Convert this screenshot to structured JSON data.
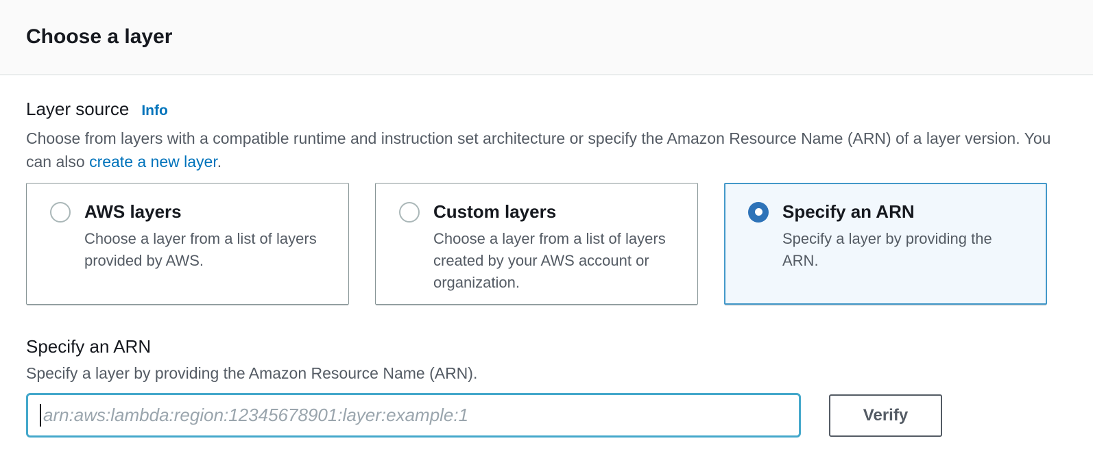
{
  "page": {
    "title": "Choose a layer"
  },
  "layer_source": {
    "label": "Layer source",
    "info_label": "Info",
    "description_before_link": "Choose from layers with a compatible runtime and instruction set architecture or specify the Amazon Resource Name (ARN) of a layer version. You can also ",
    "link_text": "create a new layer",
    "description_after_link": "."
  },
  "options": [
    {
      "title": "AWS layers",
      "description": "Choose a layer from a list of layers provided by AWS.",
      "selected": false
    },
    {
      "title": "Custom layers",
      "description": "Choose a layer from a list of layers created by your AWS account or organization.",
      "selected": false
    },
    {
      "title": "Specify an ARN",
      "description": "Specify a layer by providing the ARN.",
      "selected": true
    }
  ],
  "arn_section": {
    "heading": "Specify an ARN",
    "description": "Specify a layer by providing the Amazon Resource Name (ARN).",
    "input_value": "",
    "input_placeholder": "arn:aws:lambda:region:12345678901:layer:example:1",
    "verify_label": "Verify"
  },
  "colors": {
    "link_blue": "#0073bb",
    "selected_radio_blue": "#2e73b8",
    "selected_card_border": "#4398c9",
    "selected_card_bg": "#f2f8fd",
    "input_focus_border": "#44a8cb",
    "heading_text": "#16191f",
    "body_text": "#545b64",
    "card_border_gray": "#879596"
  }
}
